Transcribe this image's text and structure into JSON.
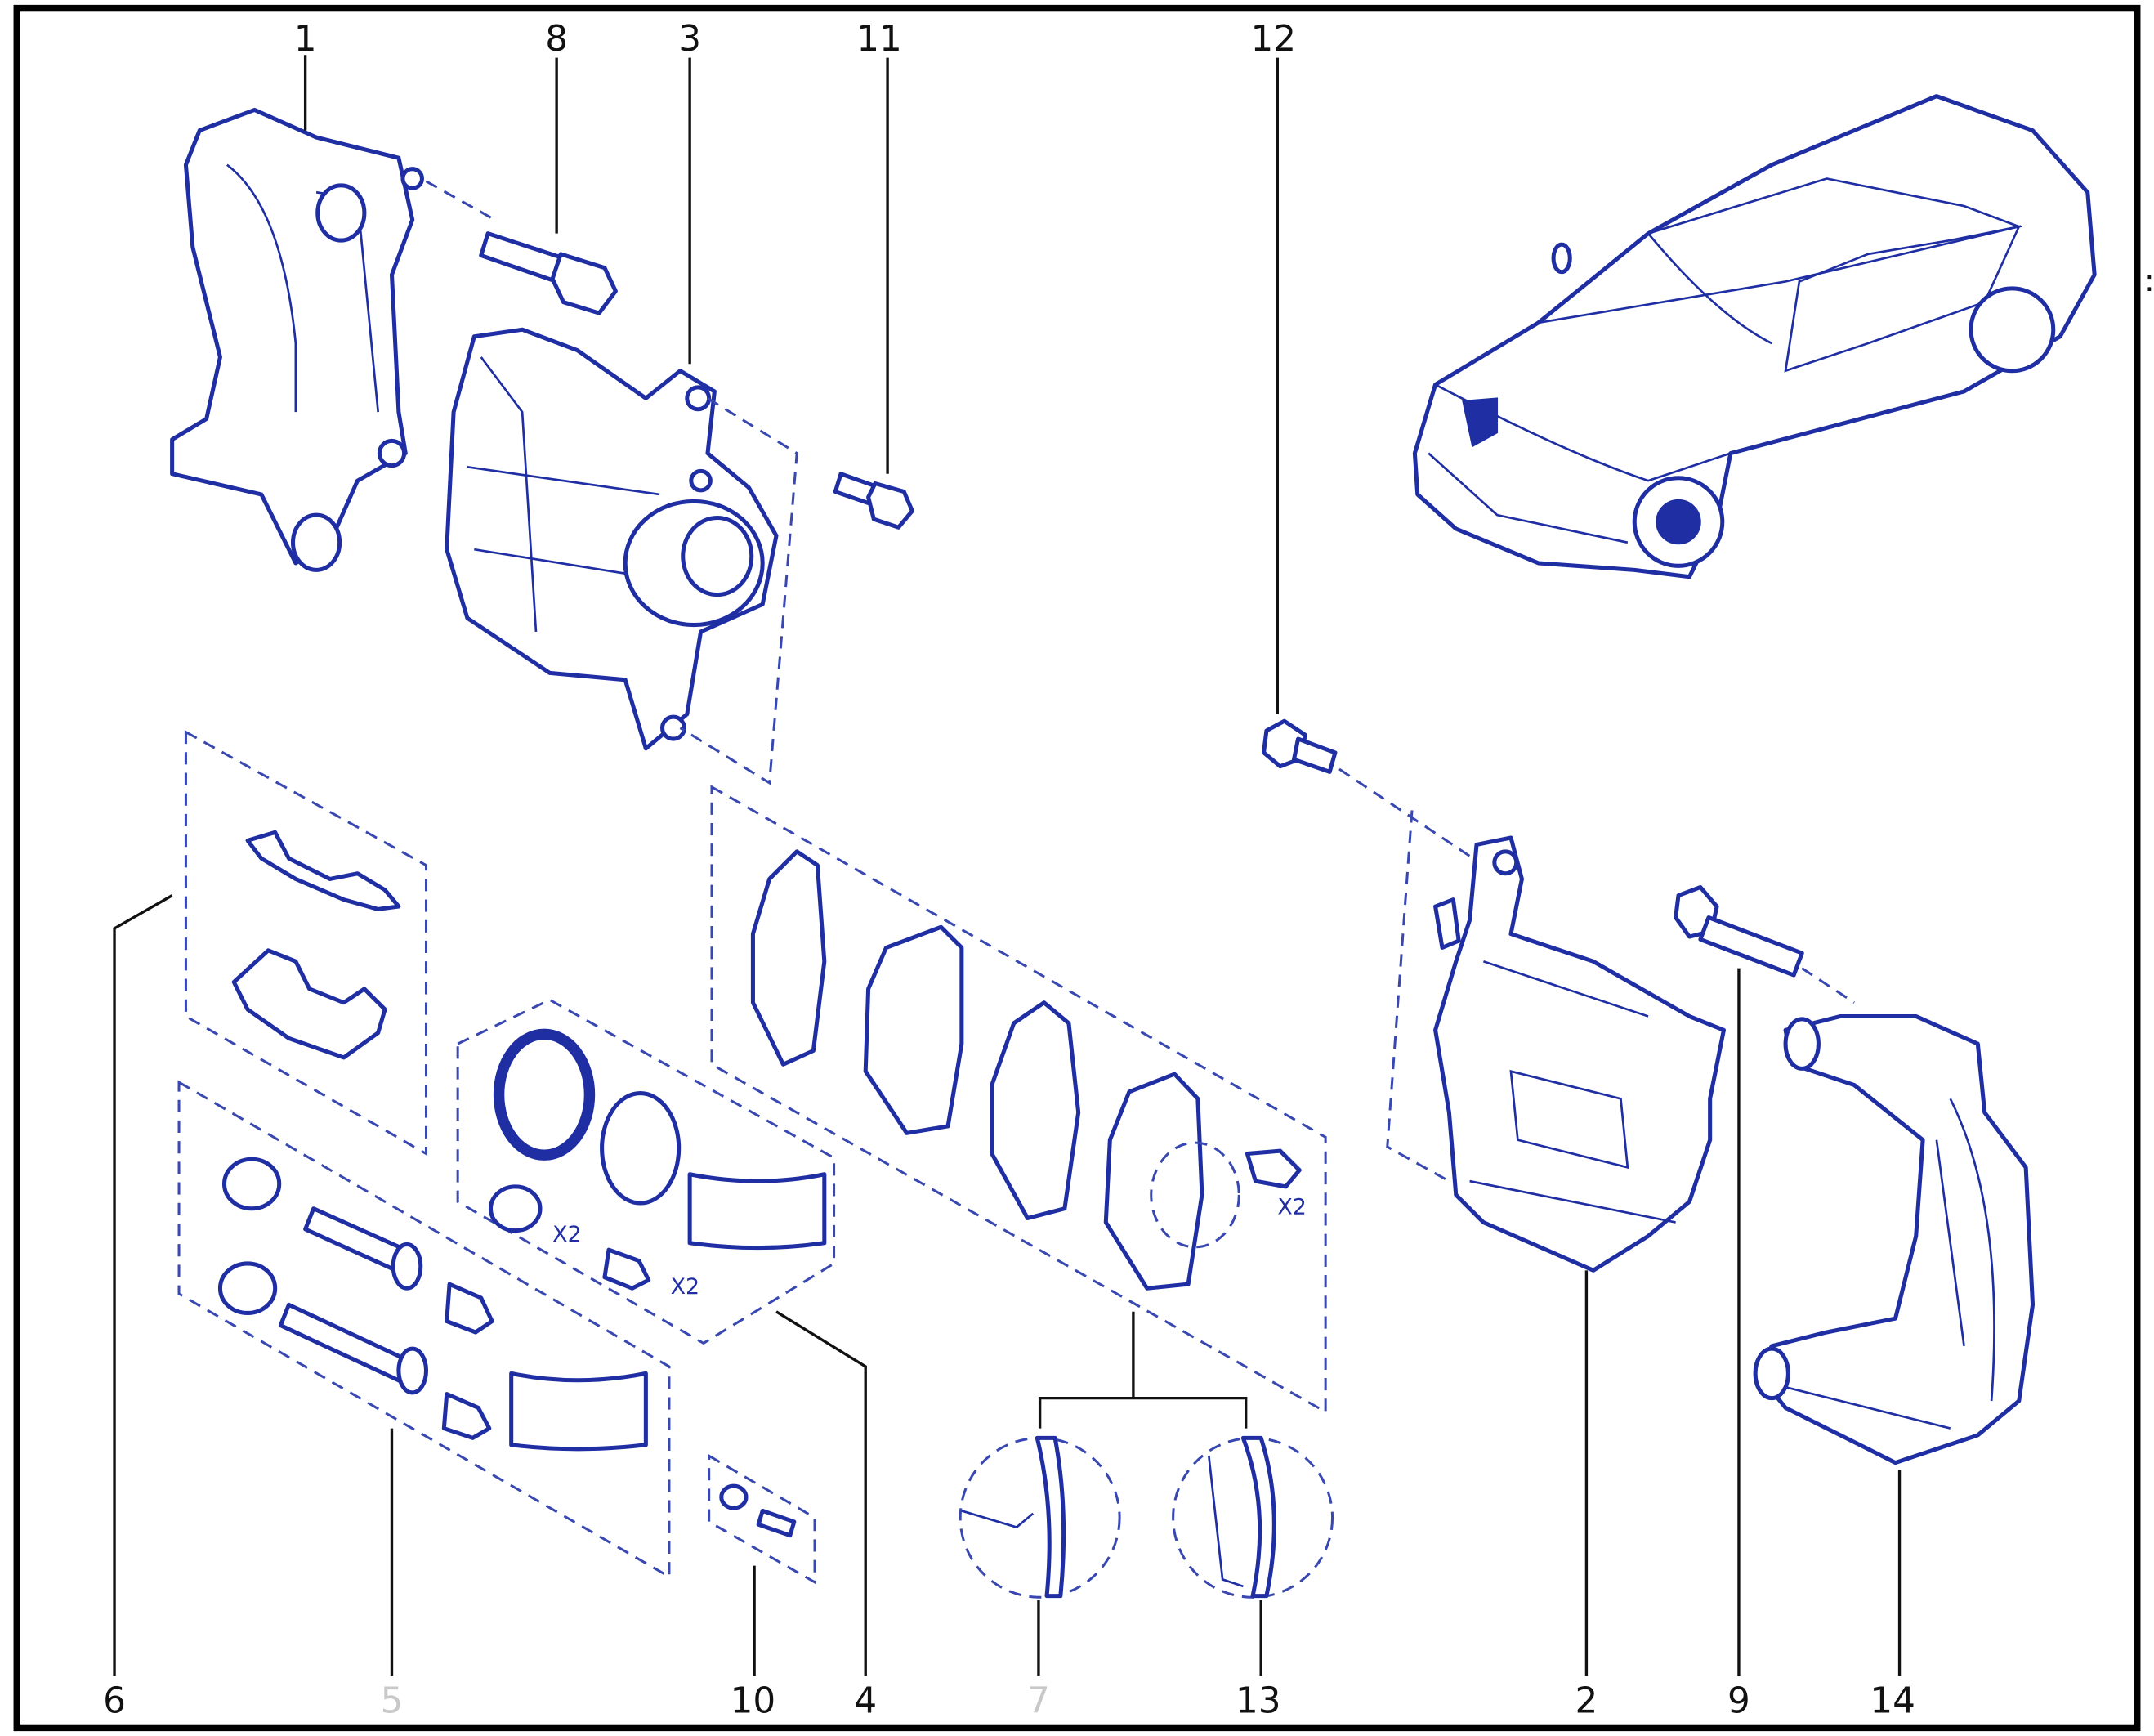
{
  "title": "Front brake caliper exploded parts diagram",
  "callouts": {
    "c1": {
      "number": "1"
    },
    "c8": {
      "number": "8"
    },
    "c3": {
      "number": "3"
    },
    "c11": {
      "number": "11"
    },
    "c12": {
      "number": "12"
    },
    "c6": {
      "number": "6"
    },
    "c5": {
      "number": "5",
      "greyed": true
    },
    "c10": {
      "number": "10"
    },
    "c4": {
      "number": "4"
    },
    "c7": {
      "number": "7",
      "greyed": true
    },
    "c13": {
      "number": "13"
    },
    "c2": {
      "number": "2"
    },
    "c9": {
      "number": "9"
    },
    "c14": {
      "number": "14"
    }
  },
  "quantity_marks": {
    "seal_kit_boot": "X2",
    "seal_kit_bolt": "X2",
    "pad_kit_bolt": "X2"
  },
  "side_mark": ":",
  "colors": {
    "line_art": "#1f2fa3",
    "callout": "#111111",
    "greyed_callout": "#c8c8c8"
  }
}
